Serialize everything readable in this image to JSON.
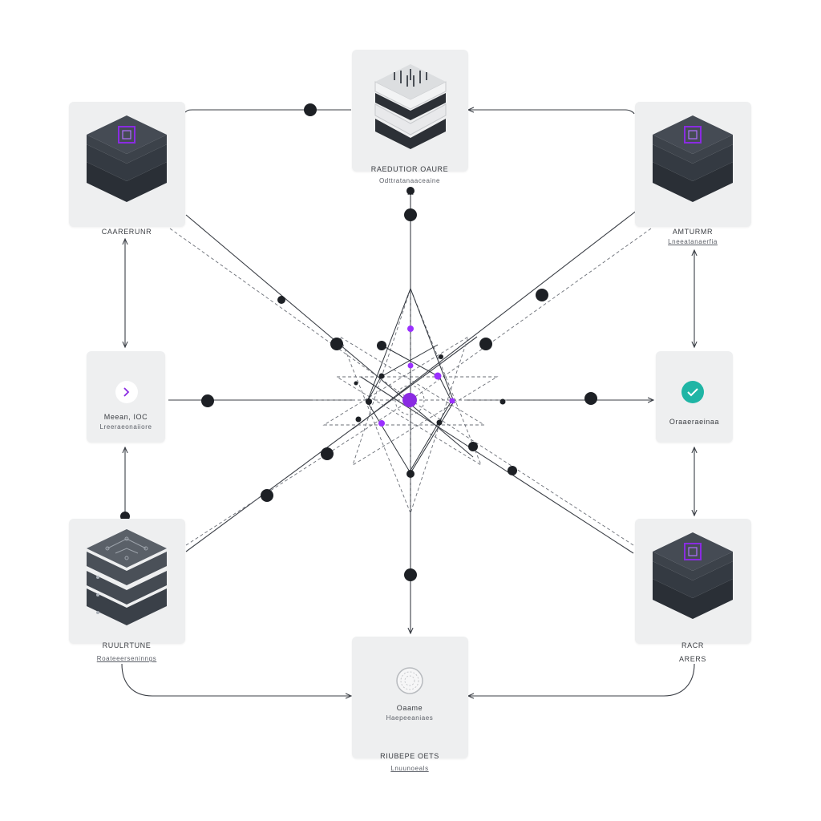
{
  "colors": {
    "accent": "#8a2be2",
    "success": "#1fb5a5",
    "node_dark": "#2f343b",
    "line": "#3b3f46",
    "card_bg": "#eeeff0"
  },
  "nodes": {
    "top_left": {
      "label": "CAARERUNR",
      "sub": "",
      "icon": "dark-server-stack-icon"
    },
    "top_center": {
      "label": "RAEDUTIOR OAURE",
      "sub": "Odttratanaaceaine",
      "icon": "white-server-stack-icon"
    },
    "top_right": {
      "label": "AMTURMR",
      "sub": "Lneeatanaerfia",
      "icon": "dark-server-stack-icon"
    },
    "mid_left": {
      "label": "Meean, IOC",
      "sub": "Lreeraeonaiiore",
      "icon": "chevron-right-icon"
    },
    "mid_right": {
      "label": "Oraaeraeinaa",
      "sub": "",
      "icon": "check-icon"
    },
    "bottom_left": {
      "label": "RUULRTUNE",
      "sub": "Roateeerseninngs",
      "icon": "circuit-server-stack-icon"
    },
    "bottom_center": {
      "label": "Oaame",
      "sub": "Haepeeaniaes",
      "caption": "RIUBEPE OETS",
      "caption_sub": "Lnuunoeals",
      "icon": "fingerprint-icon"
    },
    "bottom_right": {
      "label": "RACR",
      "sub": "ARERS",
      "icon": "dark-server-stack-icon"
    }
  }
}
